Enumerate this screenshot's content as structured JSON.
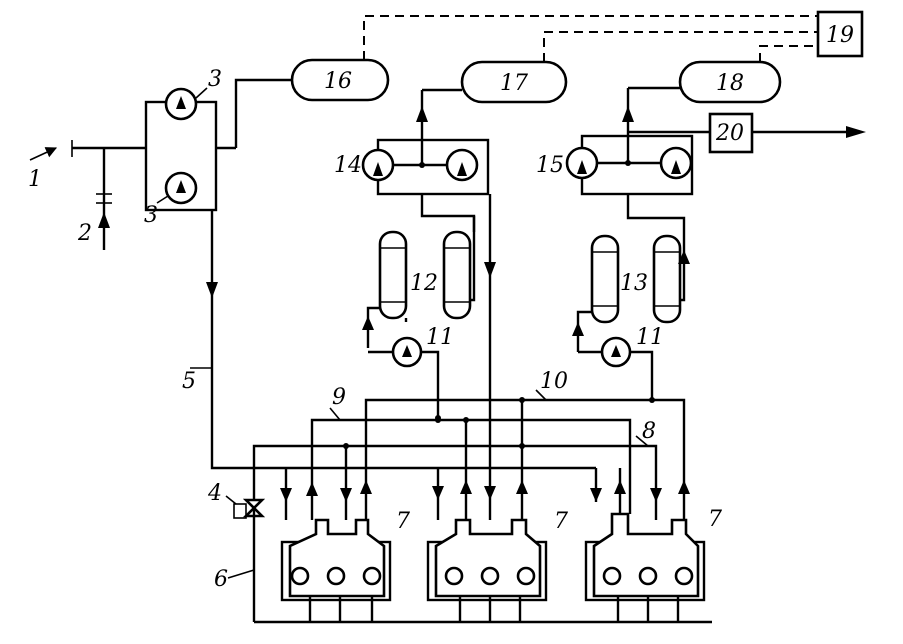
{
  "labels": {
    "n1": "1",
    "n2": "2",
    "n3a": "3",
    "n3b": "3",
    "n4": "4",
    "n5": "5",
    "n6": "6",
    "n7a": "7",
    "n7b": "7",
    "n7c": "7",
    "n8": "8",
    "n9": "9",
    "n10": "10",
    "n11a": "11",
    "n11b": "11",
    "n12": "12",
    "n13": "13",
    "n14": "14",
    "n15": "15",
    "n16": "16",
    "n17": "17",
    "n18": "18",
    "n19": "19",
    "n20": "20"
  }
}
